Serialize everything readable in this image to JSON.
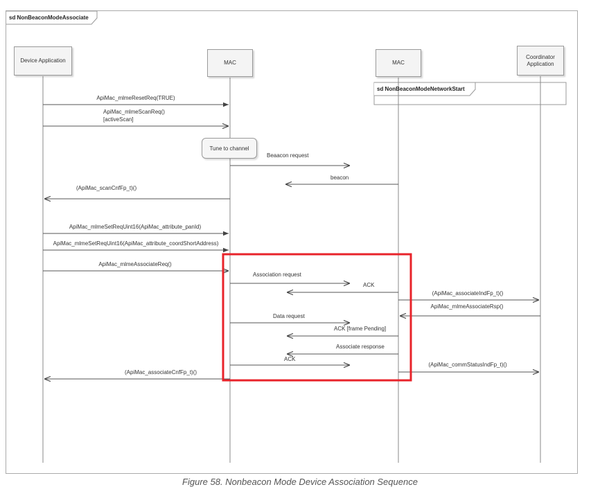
{
  "frame": {
    "title": "sd NonBeaconModeAssociate"
  },
  "lifelines": {
    "device_app": "Device Application",
    "mac1": "MAC",
    "mac2": "MAC",
    "coordinator_app": "Coordinator Application"
  },
  "fragment": {
    "title": "sd NonBeaconModeNetworkStart"
  },
  "note": {
    "text": "Tune to channel"
  },
  "messages": {
    "reset_req": "ApiMac_mlmeResetReq(TRUE)",
    "scan_req_line1": "ApiMac_mlmeScanReq()",
    "scan_req_line2": "[activeScan]",
    "beacon_request": "Beaacon request",
    "beacon": "beacon",
    "scan_cnf": "(ApiMac_scanCnfFp_t)()",
    "set_panid": "ApiMac_mlmeSetReqUint16(ApiMac_attribute_panId)",
    "set_coord": "ApiMac_mlmeSetReqUint16(ApiMac_attribute_coordShortAddress)",
    "associate_req": "ApiMac_mlmeAssociateReq()",
    "association_request": "Association request",
    "ack1": "ACK",
    "associate_ind": "(ApiMac_associateIndFp_t)()",
    "associate_rsp": "ApiMac_mlmeAssociateRsp()",
    "data_request": "Data request",
    "ack_frame_pending": "ACK [frame Pending]",
    "associate_response": "Associate response",
    "ack2": "ACK",
    "comm_status_ind": "(ApiMac_commStatusIndFp_t)()",
    "associate_cnf": "(ApiMac_associateCnfFp_t)()"
  },
  "highlight": {
    "color": "#e8232a"
  },
  "caption": "Figure 58. Nonbeacon Mode Device Association Sequence"
}
